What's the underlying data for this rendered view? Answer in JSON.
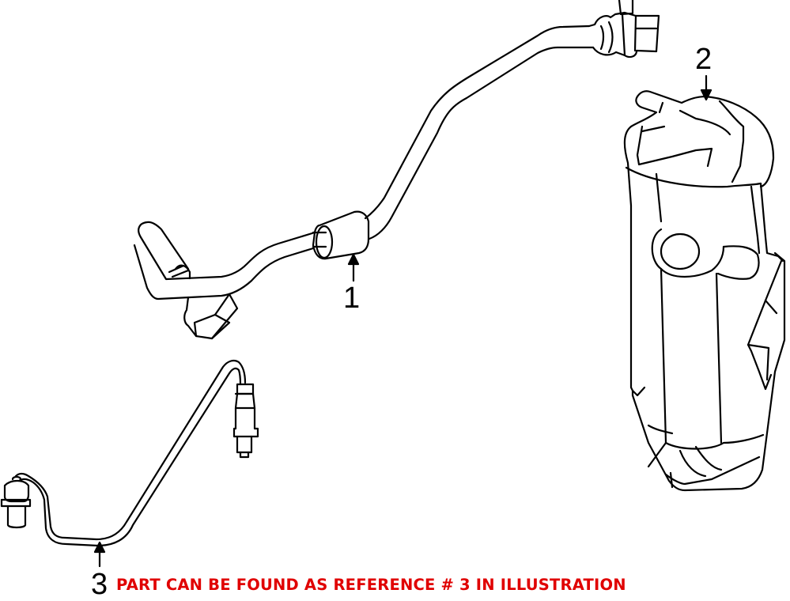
{
  "diagram": {
    "parts": [
      {
        "ref": "1",
        "name": "oxygen-sensor-upper",
        "label": "1"
      },
      {
        "ref": "2",
        "name": "component-housing",
        "label": "2"
      },
      {
        "ref": "3",
        "name": "oxygen-sensor-lower",
        "label": "3"
      }
    ],
    "note": {
      "text": "PART CAN BE FOUND AS REFERENCE # 3 IN ILLUSTRATION",
      "color": "#e00000"
    },
    "line_color": "#000000",
    "background": "#ffffff"
  }
}
